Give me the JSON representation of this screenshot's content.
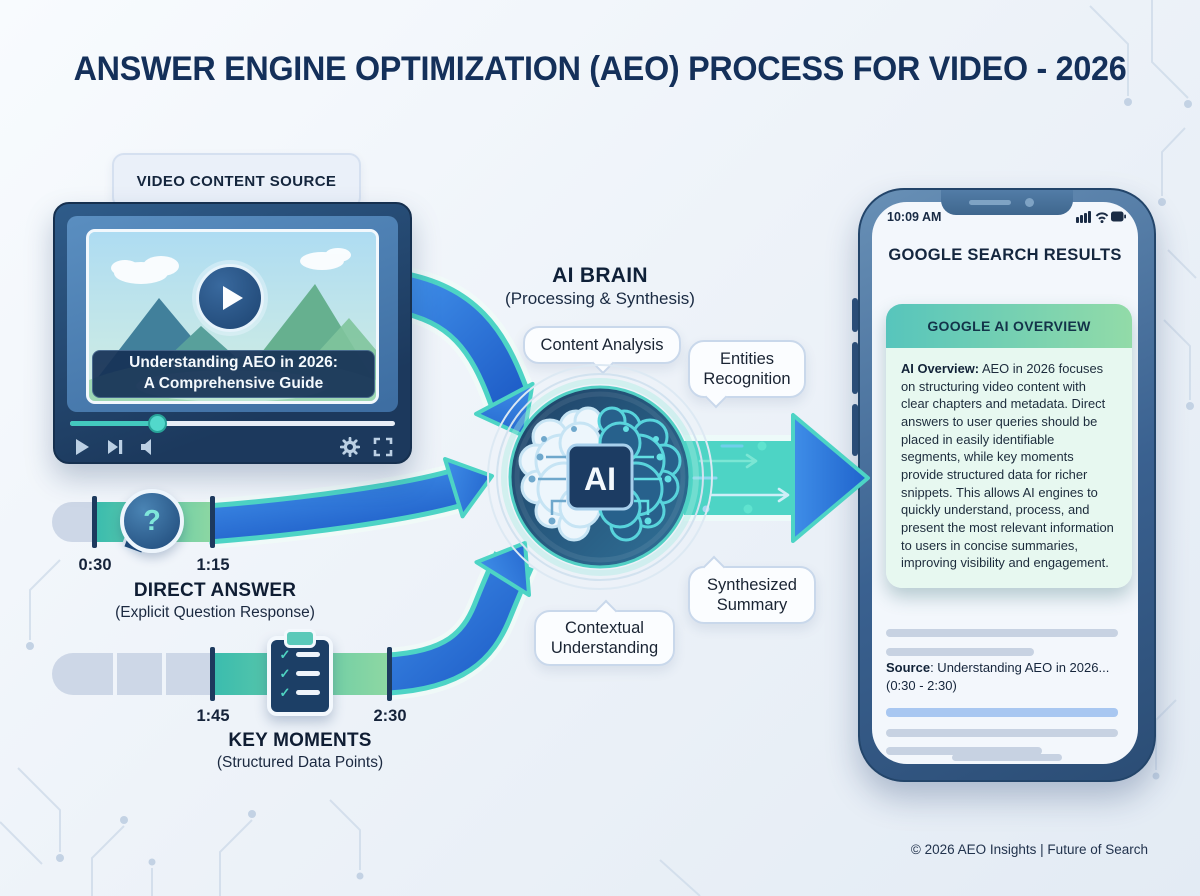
{
  "title": "ANSWER ENGINE OPTIMIZATION (AEO) PROCESS FOR VIDEO - 2026",
  "video_source": {
    "label": "VIDEO CONTENT SOURCE",
    "title_line1": "Understanding AEO in 2026:",
    "title_line2": "A Comprehensive Guide"
  },
  "direct_answer": {
    "start_time": "0:30",
    "end_time": "1:15",
    "heading": "DIRECT ANSWER",
    "subheading": "(Explicit Question Response)",
    "icon_glyph": "?"
  },
  "key_moments": {
    "start_time": "1:45",
    "end_time": "2:30",
    "heading": "KEY MOMENTS",
    "subheading": "(Structured Data Points)",
    "check_glyph": "✓"
  },
  "ai_brain": {
    "heading": "AI BRAIN",
    "subheading": "(Processing & Synthesis)",
    "chip_label": "AI",
    "bubble_top": "Content Analysis",
    "bubble_top_right": "Entities\nRecognition",
    "bubble_bottom": "Contextual\nUnderstanding",
    "bubble_bottom_right": "Synthesized\nSummary"
  },
  "phone": {
    "status_time": "10:09 AM",
    "header": "GOOGLE SEARCH RESULTS",
    "ai_overview": {
      "header": "GOOGLE AI OVERVIEW",
      "lead": "AI Overview:",
      "body": " AEO in 2026 focuses on structuring video content with clear chapters and metadata. Direct answers to user queries should be placed in easily identifiable segments, while key moments provide structured data for richer snippets. This allows AI engines to quickly understand, process, and present the most relevant information to users in concise summaries, improving visibility and engagement."
    },
    "source_label": "Source",
    "source_rest": ": Understanding AEO in 2026...",
    "source_time": "(0:30 - 2:30)"
  },
  "footer": "© 2026 AEO Insights | Future of Search",
  "colors": {
    "navy": "#16325a",
    "arrow_blue": "#2a76d8",
    "arrow_teal_outline": "#4fd6c6",
    "timeline_teal": "#3abcae",
    "timeline_green": "#8fd8a2",
    "overview_header_teal": "#57c5bc",
    "overview_header_green": "#92dba8",
    "overview_body_mint": "#e7f8f0"
  }
}
